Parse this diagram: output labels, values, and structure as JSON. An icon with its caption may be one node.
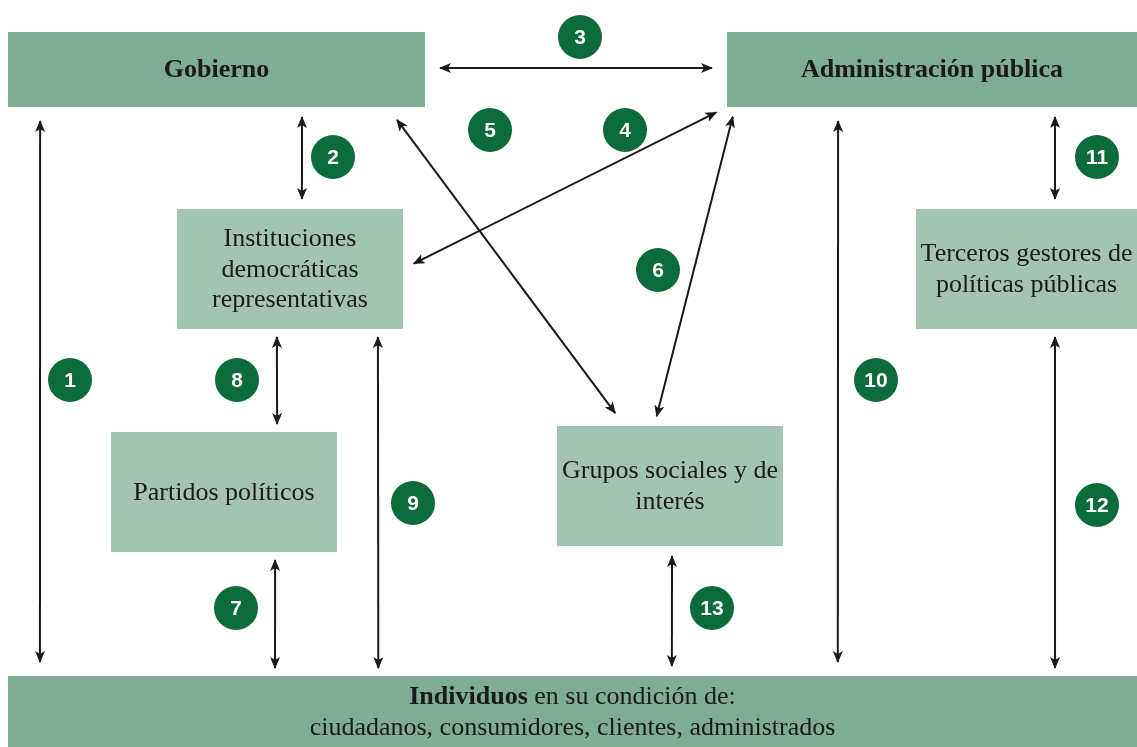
{
  "diagram": {
    "nodes": [
      {
        "text": [
          "Gobierno"
        ]
      },
      {
        "text": [
          "Administración pública"
        ]
      },
      {
        "text": [
          "Instituciones democráticas representativas"
        ]
      },
      {
        "text": [
          "Terceros gestores de políticas públicas"
        ]
      },
      {
        "text": [
          "Partidos políticos"
        ]
      },
      {
        "text": [
          "Grupos sociales y de interés"
        ]
      },
      {
        "text": [
          "**Individuos** en su condición de:",
          "ciudadanos, consumidores, clientes, administrados"
        ]
      }
    ],
    "edges": [
      {
        "from": 0,
        "to": 6,
        "arrow": "both",
        "label": "1"
      },
      {
        "from": 0,
        "to": 2,
        "arrow": "both",
        "label": "2"
      },
      {
        "from": 0,
        "to": 1,
        "arrow": "both",
        "label": "3"
      },
      {
        "from": 1,
        "to": 2,
        "arrow": "both",
        "label": "4"
      },
      {
        "from": 0,
        "to": 5,
        "arrow": "both",
        "label": "5"
      },
      {
        "from": 1,
        "to": 5,
        "arrow": "both",
        "label": "6"
      },
      {
        "from": 4,
        "to": 6,
        "arrow": "both",
        "label": "7"
      },
      {
        "from": 2,
        "to": 4,
        "arrow": "both",
        "label": "8"
      },
      {
        "from": 2,
        "to": 6,
        "arrow": "both",
        "label": "9"
      },
      {
        "from": 1,
        "to": 6,
        "arrow": "both",
        "label": "10"
      },
      {
        "from": 1,
        "to": 3,
        "arrow": "both",
        "label": "11"
      },
      {
        "from": 3,
        "to": 6,
        "arrow": "both",
        "label": "12"
      },
      {
        "from": 5,
        "to": 6,
        "arrow": "both",
        "label": "13"
      }
    ]
  }
}
